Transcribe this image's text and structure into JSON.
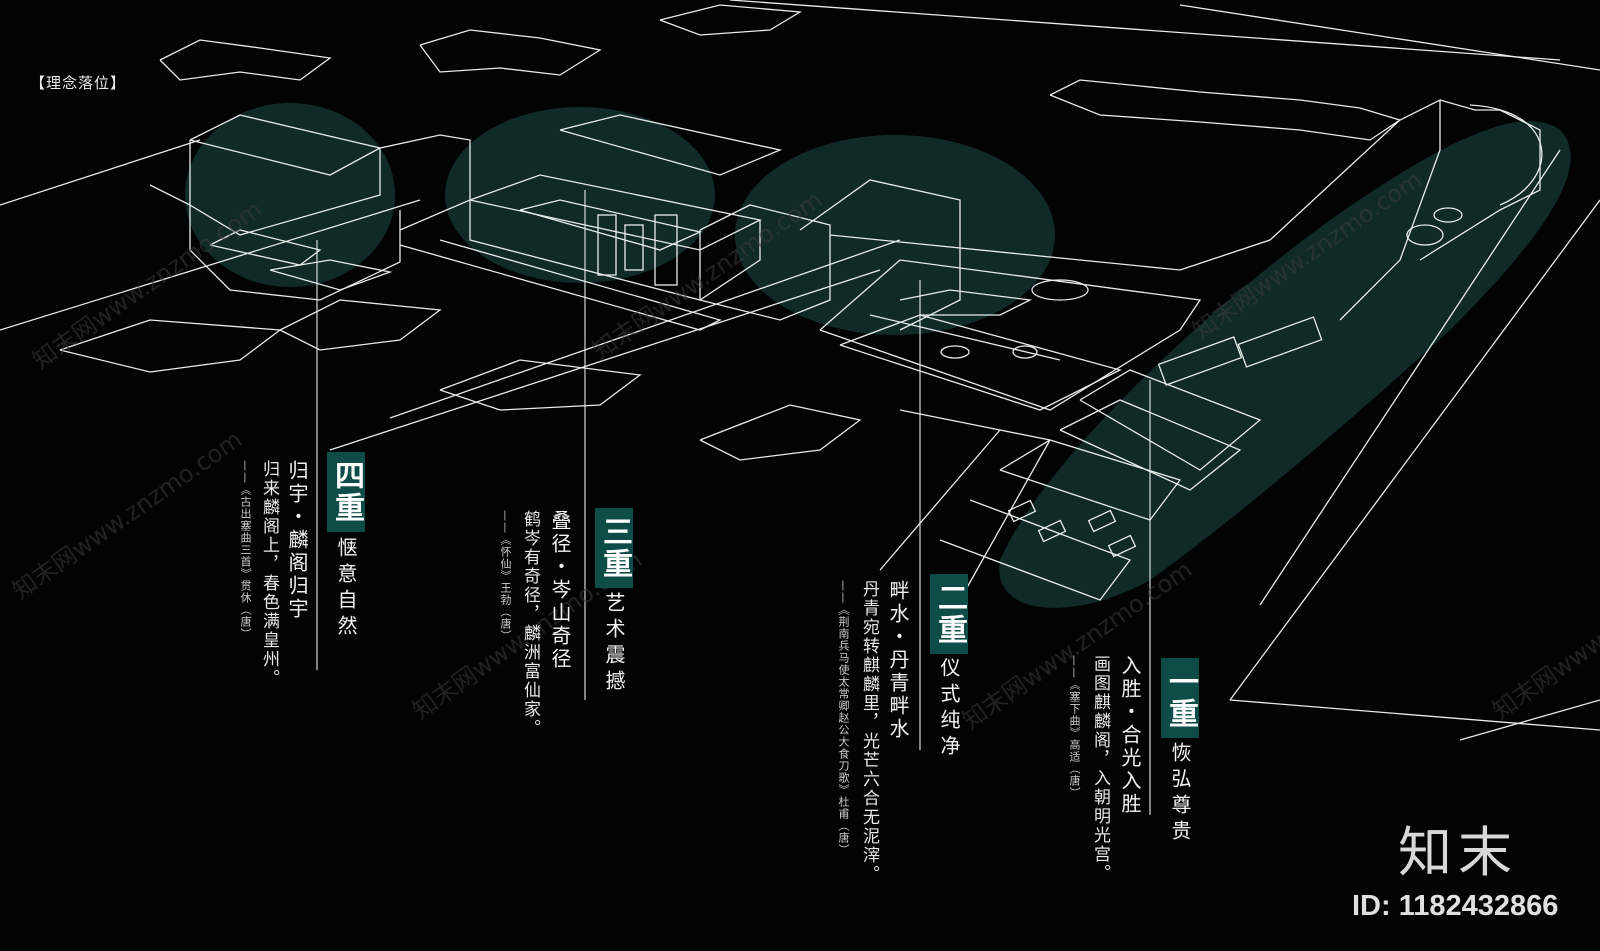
{
  "header": {
    "label": "【理念落位】"
  },
  "zones": [
    {
      "title": "一重",
      "subtitle": "恢弘尊贵",
      "heading": "入胜・合光入胜",
      "poem": "画图麒麟阁，入朝明光宫。",
      "source": "——《塞下曲》高适（唐）"
    },
    {
      "title": "二重",
      "subtitle": "仪式纯净",
      "heading": "畔水・丹青畔水",
      "poem": "丹青宛转麒麟里，光芒六合无泥滓。",
      "source": "——《荆南兵马使太常卿赵公大食刀歌》杜甫（唐）"
    },
    {
      "title": "三重",
      "subtitle": "艺术震撼",
      "heading": "叠径・岑山奇径",
      "poem": "鹤岑有奇径，麟洲富仙家。",
      "source": "——《怀仙》王勃（唐）"
    },
    {
      "title": "四重",
      "subtitle": "惬意自然",
      "heading": "归宇・麟阁归宇",
      "poem": "归来麟阁上，春色满皇州。",
      "source": "——《古出塞曲三首》贯休（唐）"
    }
  ],
  "brand": {
    "name": "知末",
    "id": "ID: 1182432866"
  },
  "watermark": "知末网www.znzmo.com",
  "colors": {
    "background": "#020303",
    "accent": "#0e4c48",
    "highlight": "#1d4a46",
    "lines": "#e6ecea"
  }
}
